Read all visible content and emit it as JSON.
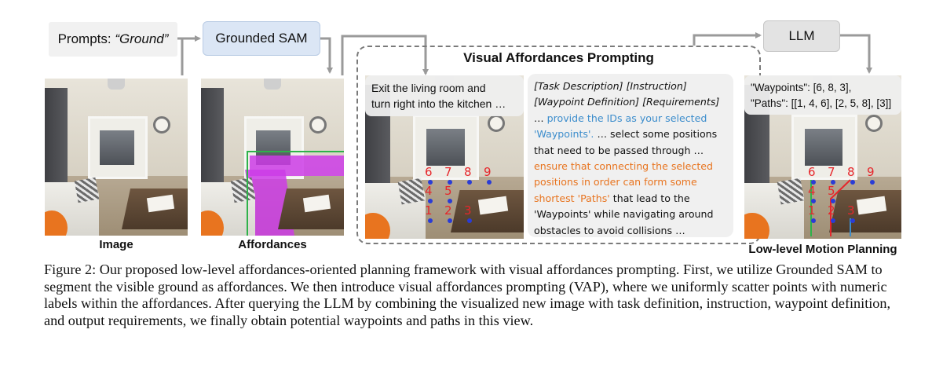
{
  "top": {
    "prompt_label": "Prompts: ",
    "prompt_value": "“Ground”",
    "sam_label": "Grounded SAM",
    "llm_label": "LLM"
  },
  "panels": {
    "image_label": "Image",
    "affordances_label": "Affordances",
    "low_level_label": "Low-level Motion Planning"
  },
  "vap": {
    "title": "Visual Affordances Prompting",
    "instruction_line1": "Exit the living room and",
    "instruction_line2": "turn right into the kitchen …",
    "text": {
      "l1": "[Task Description] [Instruction]",
      "l2": "[Waypoint Definition] [Requirements]",
      "l3a": "… ",
      "l3b": "provide the IDs as your selected",
      "l4": "'Waypoints'.",
      "l4b": " … select some positions",
      "l5": "that need to be passed through …",
      "l6": "ensure that connecting the selected",
      "l7": "positions in order can form some",
      "l8": "shortest 'Paths'",
      "l8b": " that lead to the",
      "l9": "'Waypoints' while navigating around",
      "l10": "obstacles to avoid collisions …"
    }
  },
  "output": {
    "line1": "\"Waypoints\": [6, 8, 3],",
    "line2": "\"Paths\": [[1, 4, 6], [2, 5, 8], [3]]"
  },
  "point_labels": [
    "6",
    "7",
    "8",
    "9",
    "4",
    "5",
    "1",
    "2",
    "3"
  ],
  "caption": {
    "text": "Figure 2: Our proposed low-level affordances-oriented planning framework with visual affordances prompting. First, we utilize Grounded SAM to segment the visible ground as affordances. We then introduce visual affordances prompting (VAP), where we uniformly scatter points with numeric labels within the affordances. After querying the LLM by combining the visualized new image with task definition, instruction, waypoint definition, and output requirements, we finally obtain potential waypoints and paths in this view."
  },
  "colors": {
    "sam_box": "#dbe6f5",
    "llm_box": "#e3e3e3",
    "mask": "#cd3ce6",
    "blue_text": "#3c8dcc",
    "orange_text": "#e8741f",
    "label_red": "#e6262b",
    "dot_blue": "#2a3cd6",
    "arrow": "#9a9a9a"
  }
}
